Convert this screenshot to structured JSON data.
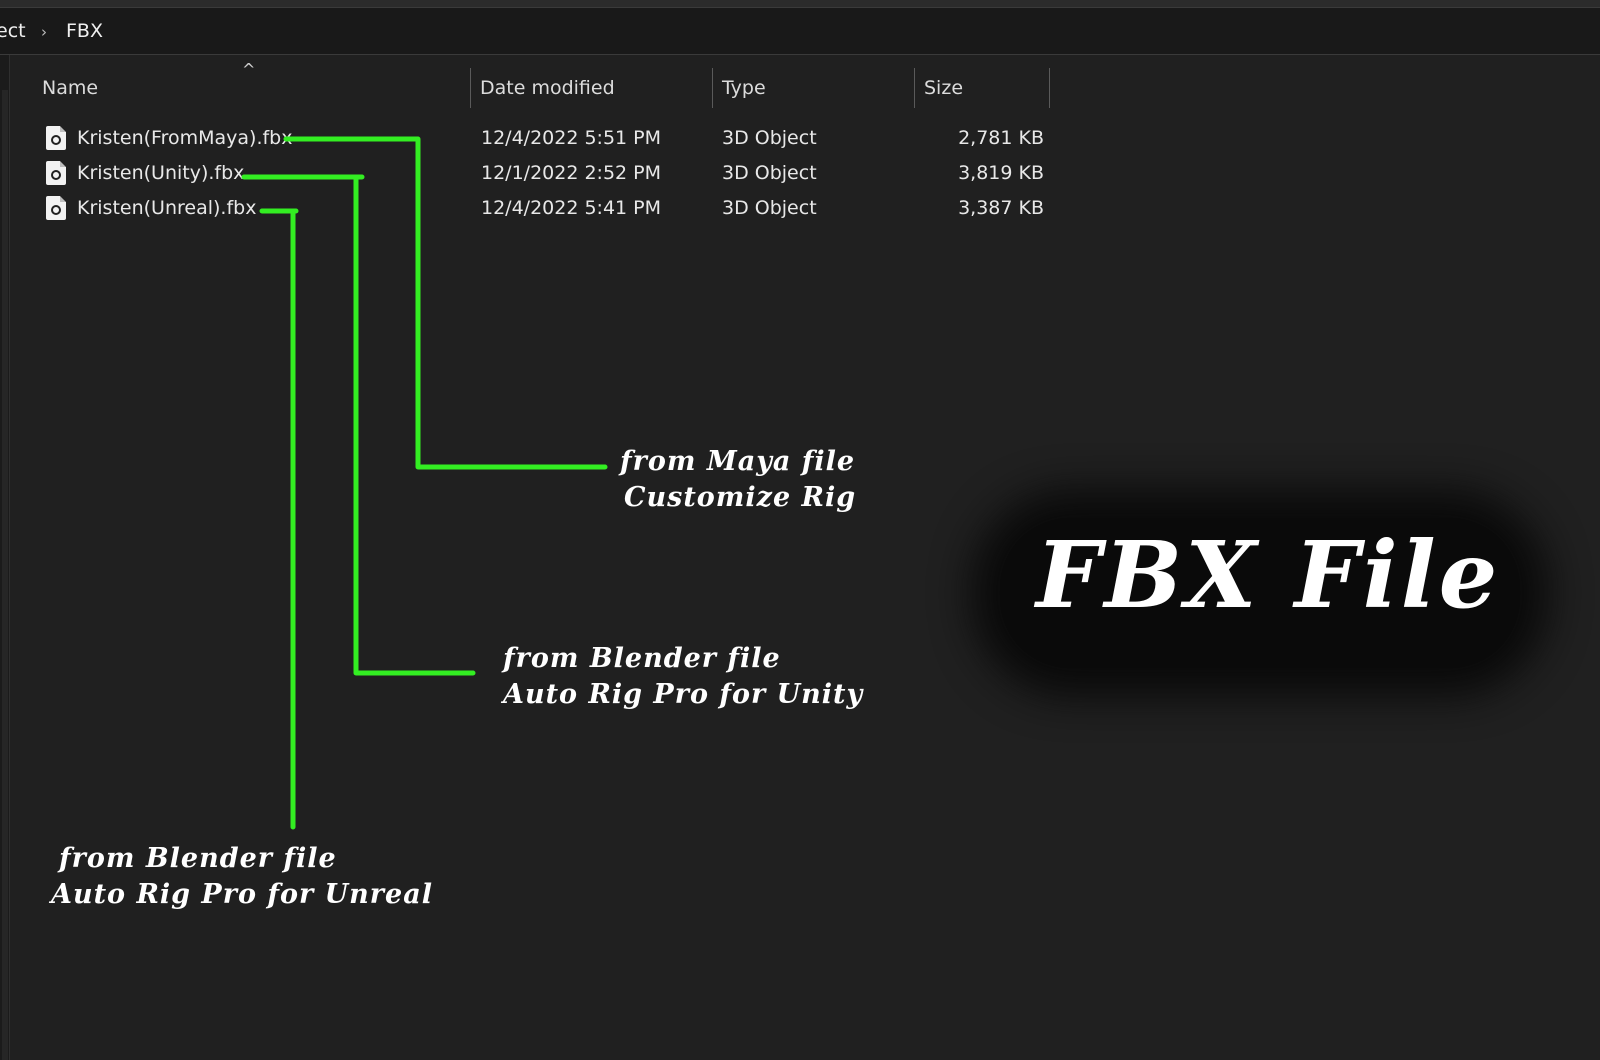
{
  "breadcrumb": {
    "previous": "ect",
    "separator": "›",
    "current": "FBX"
  },
  "columns": {
    "name": "Name",
    "date": "Date modified",
    "type": "Type",
    "size": "Size",
    "sort_indicator": "^"
  },
  "files": [
    {
      "name": "Kristen(FromMaya).fbx",
      "date": "12/4/2022 5:51 PM",
      "type": "3D Object",
      "size": "2,781 KB",
      "icon": "3d-object-file-icon"
    },
    {
      "name": "Kristen(Unity).fbx",
      "date": "12/1/2022 2:52 PM",
      "type": "3D Object",
      "size": "3,819 KB",
      "icon": "3d-object-file-icon"
    },
    {
      "name": "Kristen(Unreal).fbx",
      "date": "12/4/2022 5:41 PM",
      "type": "3D Object",
      "size": "3,387 KB",
      "icon": "3d-object-file-icon"
    }
  ],
  "annotations": {
    "maya": {
      "line1": "from Maya file",
      "line2": "Customize Rig"
    },
    "unity": {
      "line1": "from Blender file",
      "line2": "Auto Rig Pro for Unity"
    },
    "unreal": {
      "line1": "from Blender file",
      "line2": "Auto Rig Pro for Unreal"
    }
  },
  "title": "FBX File",
  "colors": {
    "background": "#202020",
    "annotation_line": "#33ee22",
    "text": "#e8e8e8"
  }
}
